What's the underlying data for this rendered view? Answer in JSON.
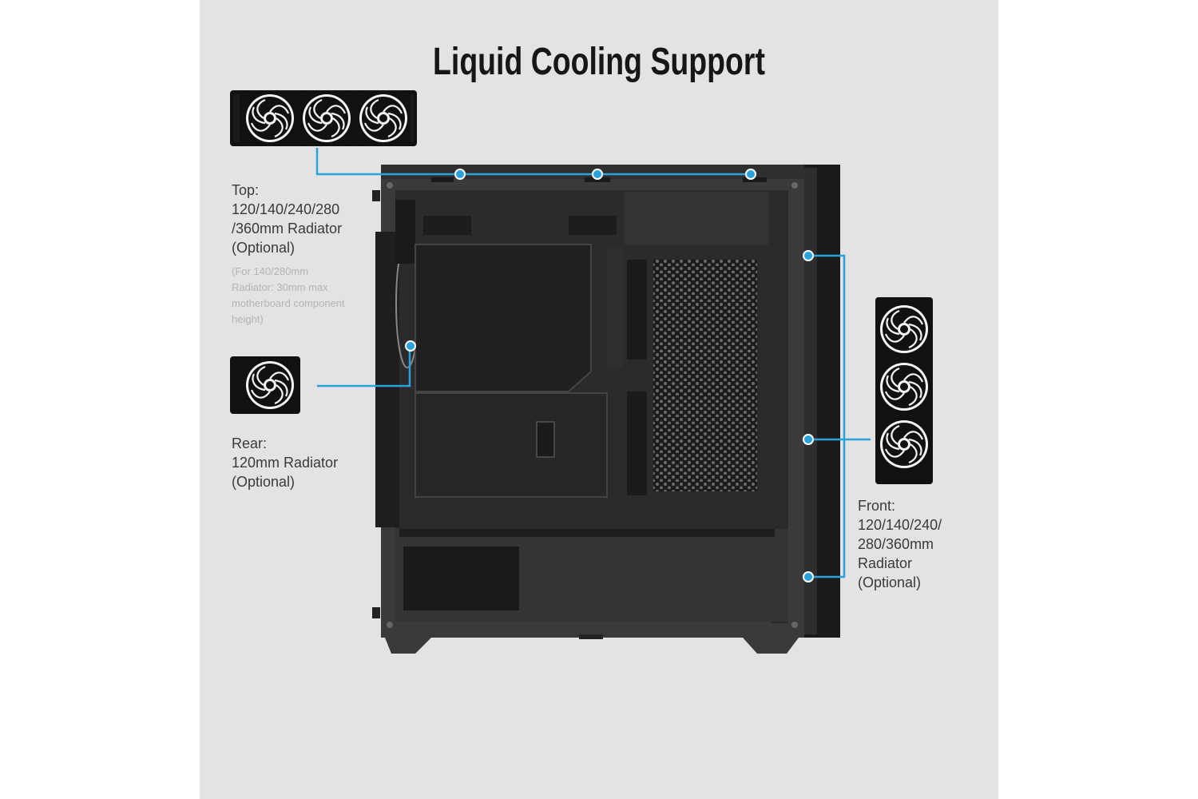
{
  "title": "Liquid Cooling Support",
  "top": {
    "label": "Top:\n120/140/240/280\n/360mm Radiator\n(Optional)",
    "note": "(For 140/280mm\nRadiator: 30mm max\nmotherboard component\nheight)"
  },
  "rear": {
    "label": "Rear:\n120mm Radiator\n(Optional)"
  },
  "front": {
    "label": "Front:\n120/140/240/\n280/360mm\nRadiator\n(Optional)"
  },
  "colors": {
    "panel_bg": "#e3e3e4",
    "accent_line": "#29a3dc",
    "case_dark": "#2b2b2d",
    "radiator_black": "#111111"
  },
  "icons": [
    "radiator-360-top-icon",
    "radiator-120-rear-icon",
    "radiator-360-front-icon",
    "pc-case-illustration"
  ]
}
